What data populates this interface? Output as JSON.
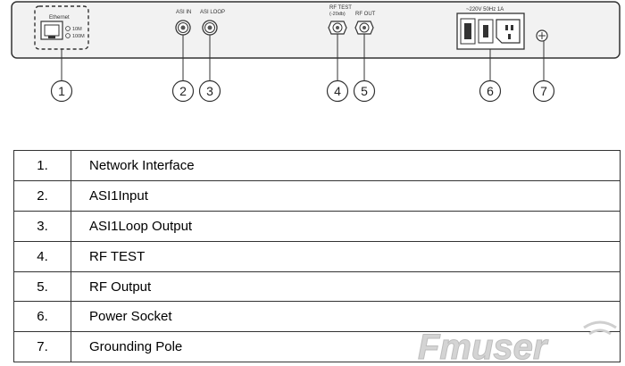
{
  "panel": {
    "ethernet_label": "Ethernet",
    "led_10m": "10M",
    "led_100m": "100M",
    "asi_in_label": "ASI IN",
    "asi_loop_label": "ASI LOOP",
    "rf_test_label": "RF TEST",
    "rf_test_sub": "(-20db)",
    "rf_out_label": "RF OUT",
    "power_label": "~220V 50Hz 1A"
  },
  "callouts": [
    "1",
    "2",
    "3",
    "4",
    "5",
    "6",
    "7"
  ],
  "legend": [
    {
      "num": "1.",
      "name": "Network Interface"
    },
    {
      "num": "2.",
      "name": "ASI1Input"
    },
    {
      "num": "3.",
      "name": "ASI1Loop Output"
    },
    {
      "num": "4.",
      "name": "RF TEST"
    },
    {
      "num": "5.",
      "name": "RF Output"
    },
    {
      "num": "6.",
      "name": "Power Socket"
    },
    {
      "num": "7.",
      "name": "Grounding Pole"
    }
  ],
  "watermark": "Fmuser",
  "colors": {
    "line": "#333333",
    "panel_fill": "#f2f2f2",
    "watermark": "#d9d9d9"
  }
}
